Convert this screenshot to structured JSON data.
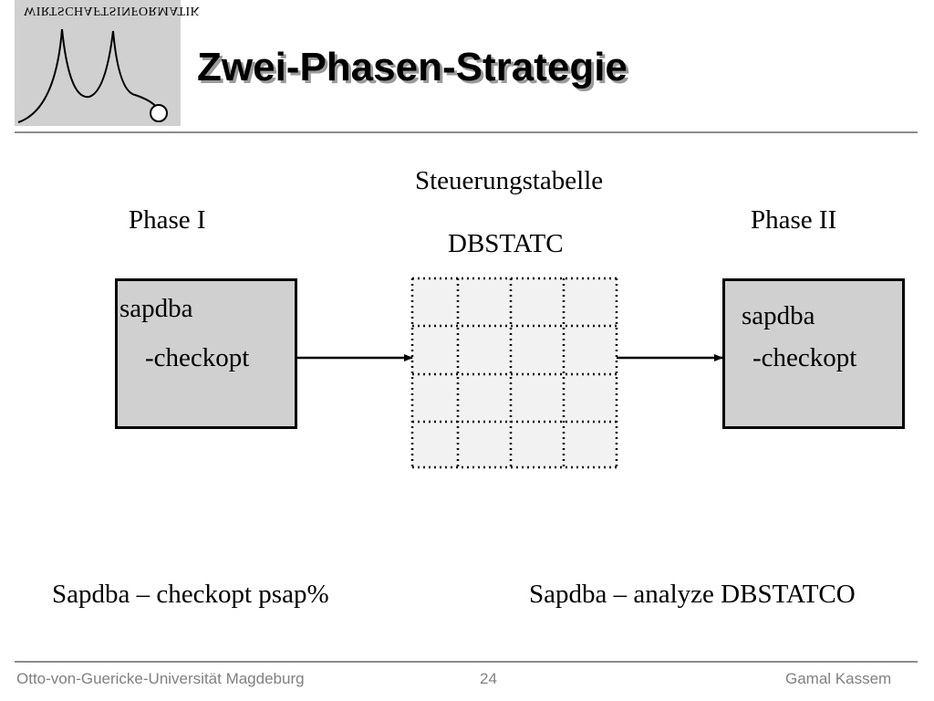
{
  "slide": {
    "title": "Zwei-Phasen-Strategie",
    "logo_text": "WIRTSCHAFTSINFORMATIK"
  },
  "diagram": {
    "table_caption": "Steuerungstabelle",
    "table_name": "DBSTATC",
    "phase_left": "Phase I",
    "phase_right": "Phase II",
    "box_left": {
      "line1": "sapdba",
      "line2": "-checkopt"
    },
    "box_right": {
      "line1": "sapdba",
      "line2": "-checkopt"
    },
    "table_grid": {
      "rows": 4,
      "cols": 4
    }
  },
  "commands": {
    "left": "Sapdba – checkopt psap%",
    "right": "Sapdba – analyze DBSTATCO"
  },
  "footer": {
    "institution": "Otto-von-Guericke-Universität Magdeburg",
    "page_number": "24",
    "author": "Gamal Kassem"
  }
}
